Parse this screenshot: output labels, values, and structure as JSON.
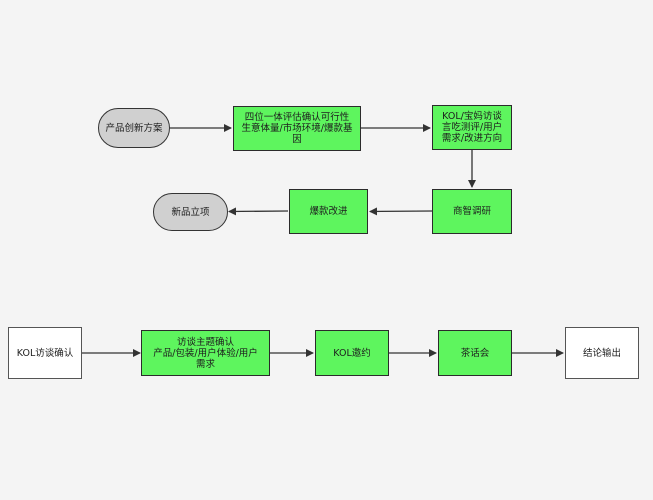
{
  "diagram": {
    "nodes": {
      "innovation": "产品创新方案",
      "four_in_one": "四位一体评估确认可行性\n生意体量/市场环境/爆款基因",
      "kol_reviews": "KOL/宝妈访谈\n言吃测评/用户\n需求/改进方向",
      "research": "商智调研",
      "improve": "爆款改进",
      "new_product": "新品立项",
      "kol_confirm": "KOL访谈确认",
      "topic": "访谈主题确认\n产品/包装/用户体验/用户\n需求",
      "kol_invite": "KOL邀约",
      "tea_party": "茶话会",
      "conclusion": "结论输出"
    },
    "colors": {
      "process_fill": "#5ef55e",
      "terminal_fill": "#d0d0d0",
      "plain_fill": "#ffffff",
      "line": "#333333"
    }
  }
}
